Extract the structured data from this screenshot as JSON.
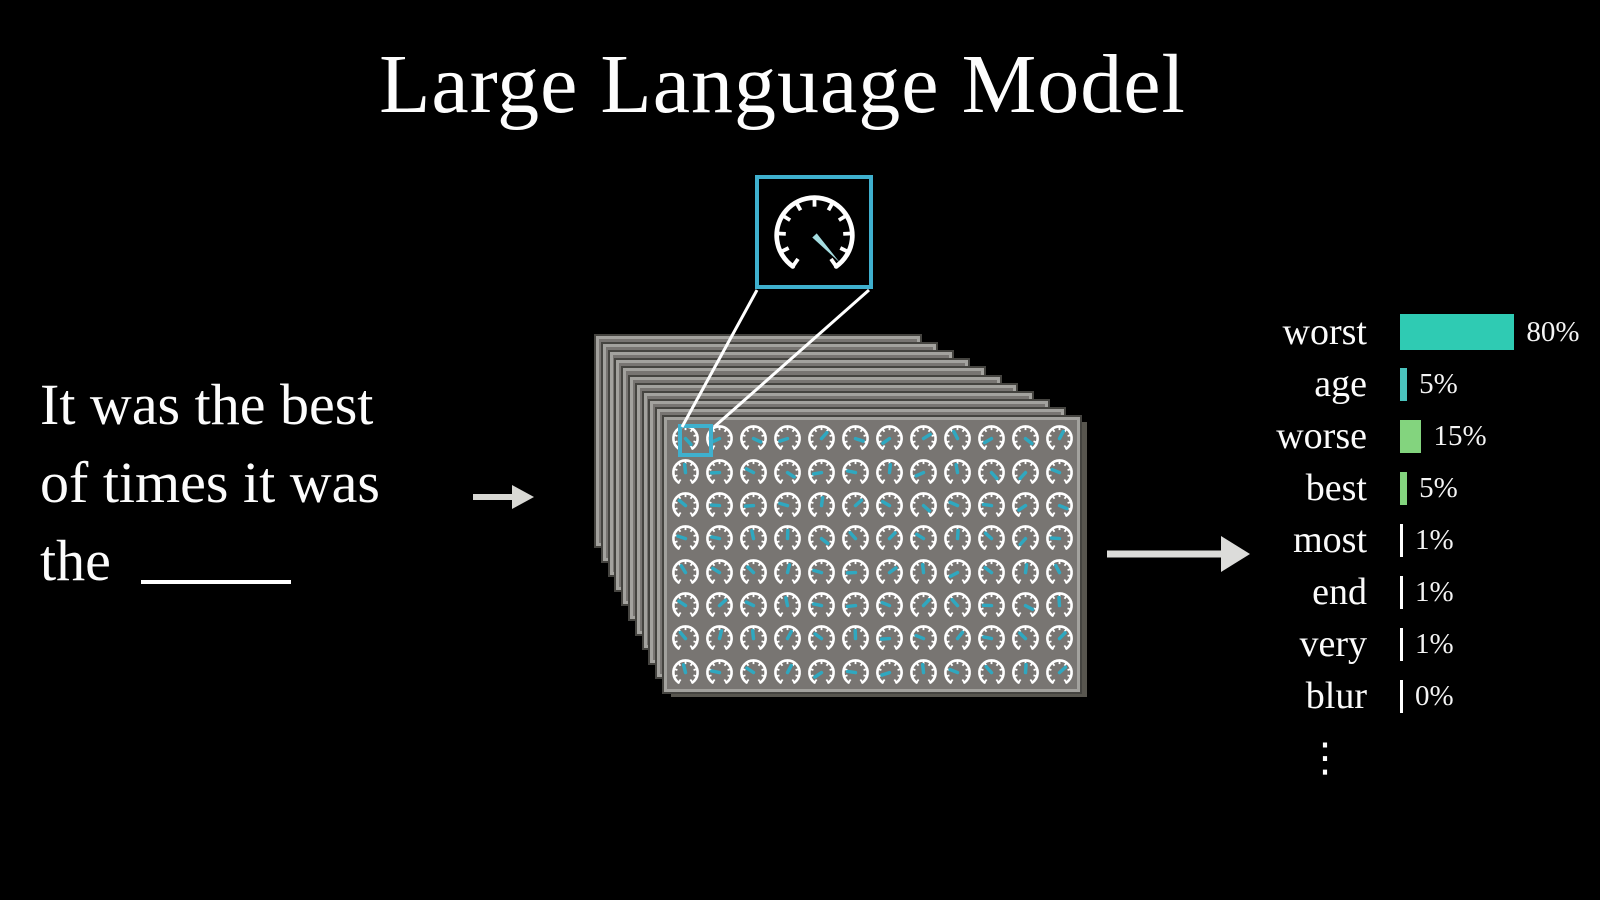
{
  "header": {
    "title": "Large Language Model"
  },
  "prompt": {
    "lines": [
      "It was the best",
      "of times it was",
      "the"
    ],
    "has_blank": true
  },
  "predictions": {
    "rows": [
      {
        "label": "worst",
        "pct": 80,
        "pct_label": "80%",
        "color": "#2fcbb3"
      },
      {
        "label": "age",
        "pct": 5,
        "pct_label": "5%",
        "color": "#4ac3bd"
      },
      {
        "label": "worse",
        "pct": 15,
        "pct_label": "15%",
        "color": "#83d47e"
      },
      {
        "label": "best",
        "pct": 5,
        "pct_label": "5%",
        "color": "#83d47e"
      },
      {
        "label": "most",
        "pct": 1,
        "pct_label": "1%",
        "color": "#ffffff"
      },
      {
        "label": "end",
        "pct": 1,
        "pct_label": "1%",
        "color": "#ffffff"
      },
      {
        "label": "very",
        "pct": 1,
        "pct_label": "1%",
        "color": "#ffffff"
      },
      {
        "label": "blur",
        "pct": 0,
        "pct_label": "0%",
        "color": "#ffffff"
      }
    ],
    "ellipsis": "⋮"
  },
  "chart_data": {
    "type": "bar",
    "orientation": "horizontal",
    "title": "",
    "xlabel": "",
    "ylabel": "",
    "categories": [
      "worst",
      "age",
      "worse",
      "best",
      "most",
      "end",
      "very",
      "blur"
    ],
    "values": [
      80,
      5,
      15,
      5,
      1,
      1,
      1,
      0
    ],
    "value_labels": [
      "80%",
      "5%",
      "15%",
      "5%",
      "1%",
      "1%",
      "1%",
      "0%"
    ],
    "bar_colors": [
      "#2fcbb3",
      "#4ac3bd",
      "#83d47e",
      "#83d47e",
      "#ffffff",
      "#ffffff",
      "#ffffff",
      "#ffffff"
    ],
    "xlim": [
      0,
      100
    ],
    "grid": false,
    "legend": false,
    "truncation_marker": "⋮"
  },
  "model_block": {
    "layers": 11,
    "dial_rows": 8,
    "dial_cols": 12,
    "dial_angles": [
      -47,
      205,
      -25,
      198,
      48,
      -18,
      215,
      32,
      118,
      210,
      -38,
      62,
      96,
      182,
      152,
      -33,
      190,
      168,
      84,
      204,
      100,
      -48,
      228,
      158,
      140,
      176,
      184,
      164,
      82,
      42,
      150,
      -42,
      156,
      172,
      214,
      -22,
      162,
      168,
      102,
      88,
      -38,
      132,
      46,
      148,
      86,
      138,
      228,
      176,
      122,
      148,
      136,
      76,
      164,
      182,
      36,
      96,
      208,
      142,
      82,
      118,
      146,
      42,
      154,
      102,
      168,
      186,
      158,
      46,
      132,
      178,
      -28,
      94,
      130,
      76,
      96,
      62,
      144,
      92,
      184,
      158,
      52,
      168,
      136,
      46,
      104,
      168,
      146,
      62,
      214,
      172,
      198,
      96,
      158,
      132,
      86,
      42
    ]
  },
  "magnifier": {
    "needle_angle_deg": -47
  },
  "colors": {
    "background": "#000000",
    "accent_teal": "#3fb0ce",
    "dial_needle": "#2fa8c0",
    "magnifier_needle": "#a5dde1",
    "panel_face": "#787572",
    "panel_edge_light": "#a3a29e",
    "panel_edge_dark": "#454440",
    "arrow": "#d8d8d4",
    "text": "#ffffff"
  }
}
